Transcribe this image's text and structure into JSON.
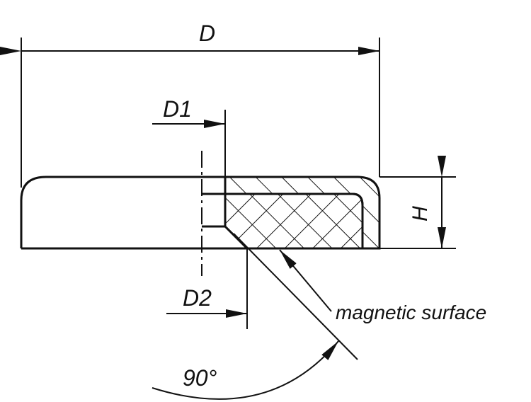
{
  "labels": {
    "outer_diameter": "D",
    "inner_diameter_1": "D1",
    "inner_diameter_2": "D2",
    "height": "H",
    "magnetic_surface": "magnetic surface",
    "angle": "90°"
  },
  "colors": {
    "line": "#111111",
    "background": "#ffffff"
  }
}
